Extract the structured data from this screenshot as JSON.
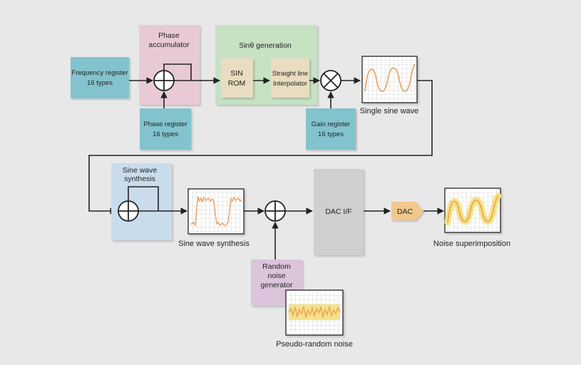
{
  "blocks": {
    "frequency_register": [
      "Frequency register",
      "16 types"
    ],
    "phase_accumulator": [
      "Phase",
      "accumulator"
    ],
    "phase_register": [
      "Phase register",
      "16 types"
    ],
    "sin_generation_title": "Sinθ generation",
    "sin_rom": [
      "SIN",
      "ROM"
    ],
    "interpolator": [
      "Straight line",
      "Interpolator"
    ],
    "gain_register": [
      "Gain register",
      "16 types"
    ],
    "sine_synthesis_block": [
      "Sine wave",
      "synthesis"
    ],
    "random_noise_generator": [
      "Random",
      "noise",
      "generator"
    ],
    "dac_if": "DAC I/F",
    "dac": "DAC"
  },
  "captions": {
    "single_sine_wave": "Single sine wave",
    "sine_wave_synthesis": "Sine wave synthesis",
    "noise_superimposition": "Noise superimposition",
    "pseudo_random_noise": "Pseudo-random noise"
  },
  "colors": {
    "background": "#e8e8e8",
    "register_teal": "#82c3cd",
    "accumulator_pink": "#e8cad6",
    "sin_gen_green": "#c6e2c3",
    "rom_beige": "#eadcc0",
    "synthesis_blue": "#c8dcec",
    "noise_gen_lavender": "#dcc4dc",
    "dac_if_gray": "#cfcfcf",
    "dac_orange": "#f0c88c",
    "waveform_orange": "#e8a060",
    "noise_yellow": "#f5e07a"
  },
  "icons": [
    "adder-icon",
    "multiplier-icon",
    "arrow-icon"
  ]
}
